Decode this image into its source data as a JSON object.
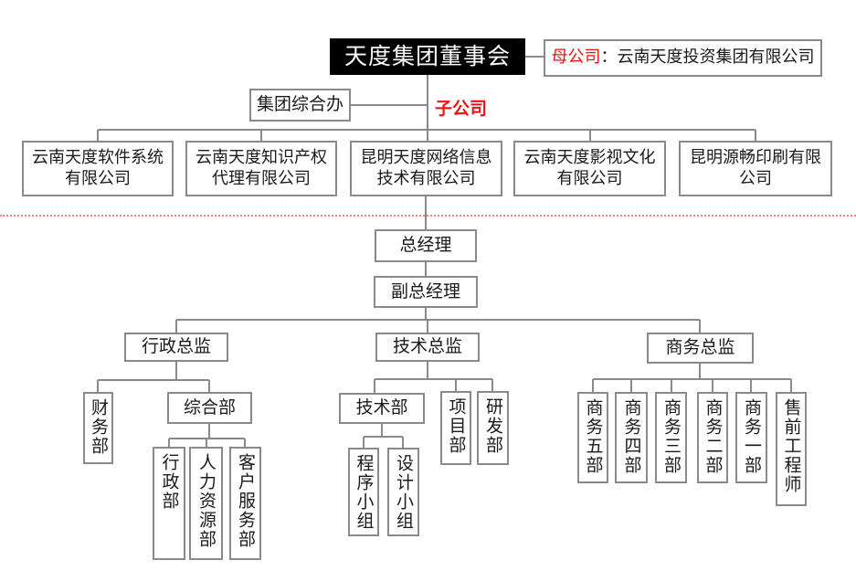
{
  "colors": {
    "accent_red": "#ee1111",
    "divider_red_dotted": "#fb7e7e",
    "line_gray": "#8a8a8a",
    "board_box_bg": "#000000",
    "board_box_text": "#ffffff"
  },
  "root": {
    "label": "天度集团董事会"
  },
  "parent_company": {
    "prefix": "母公司",
    "rest": "：云南天度投资集团有限公司"
  },
  "labels": {
    "subsidiary": "子公司",
    "group_office": "集团综合办"
  },
  "subsidiaries": [
    {
      "line1": "云南天度软件系统",
      "line2": "有限公司"
    },
    {
      "line1": "云南天度知识产权",
      "line2": "代理有限公司"
    },
    {
      "line1": "昆明天度网络信息",
      "line2": "技术有限公司"
    },
    {
      "line1": "云南天度影视文化",
      "line2": "有限公司"
    },
    {
      "line1": "昆明源畅印刷有限",
      "line2": "公司"
    }
  ],
  "management": {
    "general_manager": "总经理",
    "deputy_general_manager": "副总经理"
  },
  "directors": {
    "admin": "行政总监",
    "tech": "技术总监",
    "business": "商务总监"
  },
  "admin_branch": {
    "finance": "财务部",
    "general_office": "综合部",
    "children": [
      "行政部",
      "人力资源部",
      "客户服务部"
    ]
  },
  "tech_branch": {
    "tech_dept": "技术部",
    "project_dept": "项目部",
    "rnd_dept": "研发部",
    "teams": [
      "程序小组",
      "设计小组"
    ]
  },
  "business_branch": {
    "departments": [
      "商务五部",
      "商务四部",
      "商务三部",
      "商务二部",
      "商务一部",
      "售前工程师"
    ]
  }
}
